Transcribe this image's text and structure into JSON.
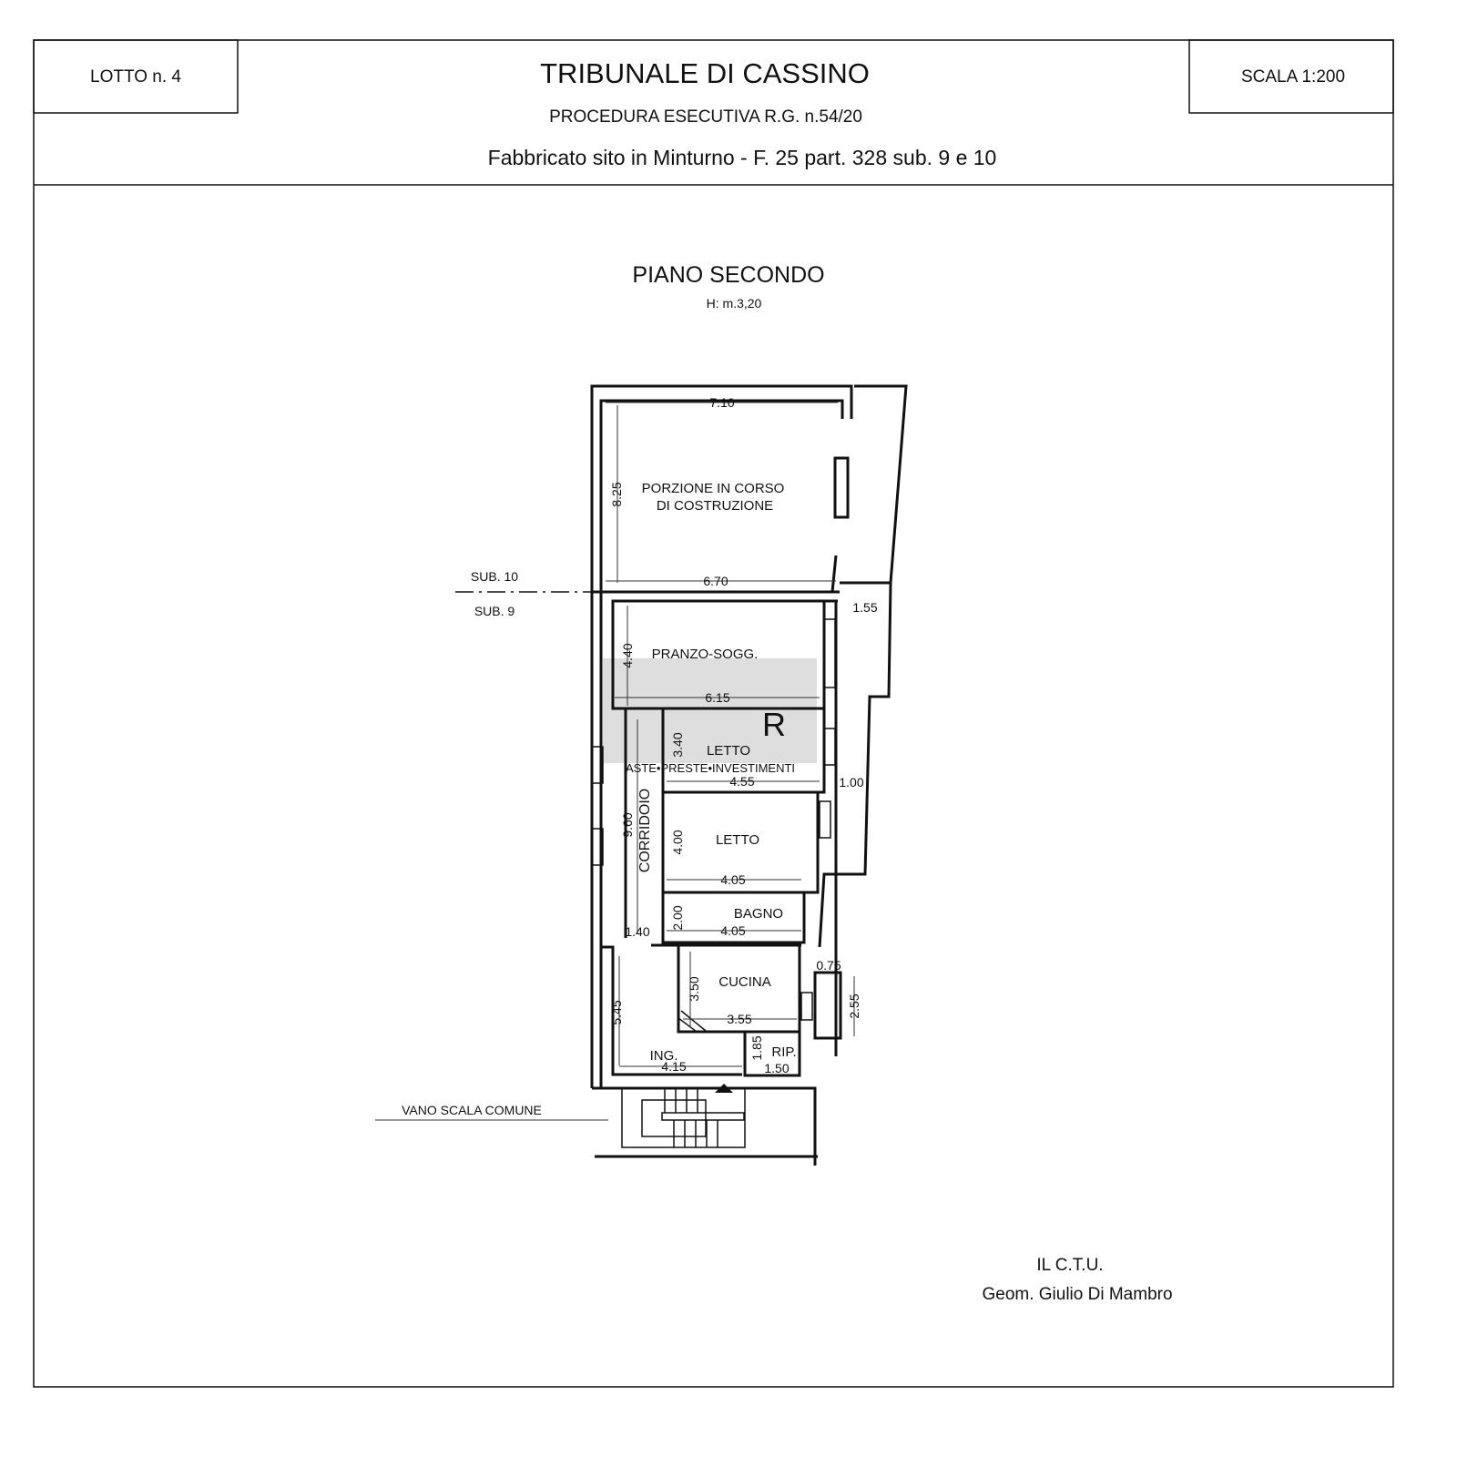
{
  "header": {
    "lot": "LOTTO n. 4",
    "title": "TRIBUNALE DI CASSINO",
    "scale": "SCALA 1:200",
    "procedure": "PROCEDURA ESECUTIVA R.G. n.54/20",
    "subtitle": "Fabbricato sito in Minturno - F. 25 part. 328 sub. 9 e 10"
  },
  "plan": {
    "title": "PIANO SECONDO",
    "height": "H: m.3,20",
    "sub10": "SUB. 10",
    "sub9": "SUB. 9",
    "stair": "VANO SCALA COMUNE",
    "rooms": {
      "porzione1": "PORZIONE IN CORSO",
      "porzione2": "DI COSTRUZIONE",
      "pranzo": "PRANZO-SOGG.",
      "letto1": "LETTO",
      "letto2": "LETTO",
      "corridoio": "CORRIDOIO",
      "bagno": "BAGNO",
      "cucina": "CUCINA",
      "ing": "ING.",
      "rip": "RIP."
    },
    "dims": {
      "d710": "7.10",
      "d825": "8.25",
      "d670": "6.70",
      "d155": "1.55",
      "d440": "4.40",
      "d615": "6.15",
      "d340": "3.40",
      "d455": "4.55",
      "d100": "1.00",
      "d960": "9.60",
      "d400": "4.00",
      "d405a": "4.05",
      "d200": "2.00",
      "d405b": "4.05",
      "d140": "1.40",
      "d075": "0.75",
      "d350": "3.50",
      "d255": "2.55",
      "d355": "3.55",
      "d545": "5.45",
      "d185": "1.85",
      "d415": "4.15",
      "d150": "1.50"
    }
  },
  "signature": {
    "role": "IL C.T.U.",
    "name": "Geom. Giulio Di Mambro"
  },
  "watermark": "ASTE•PRESTE•INVESTIMENTI"
}
